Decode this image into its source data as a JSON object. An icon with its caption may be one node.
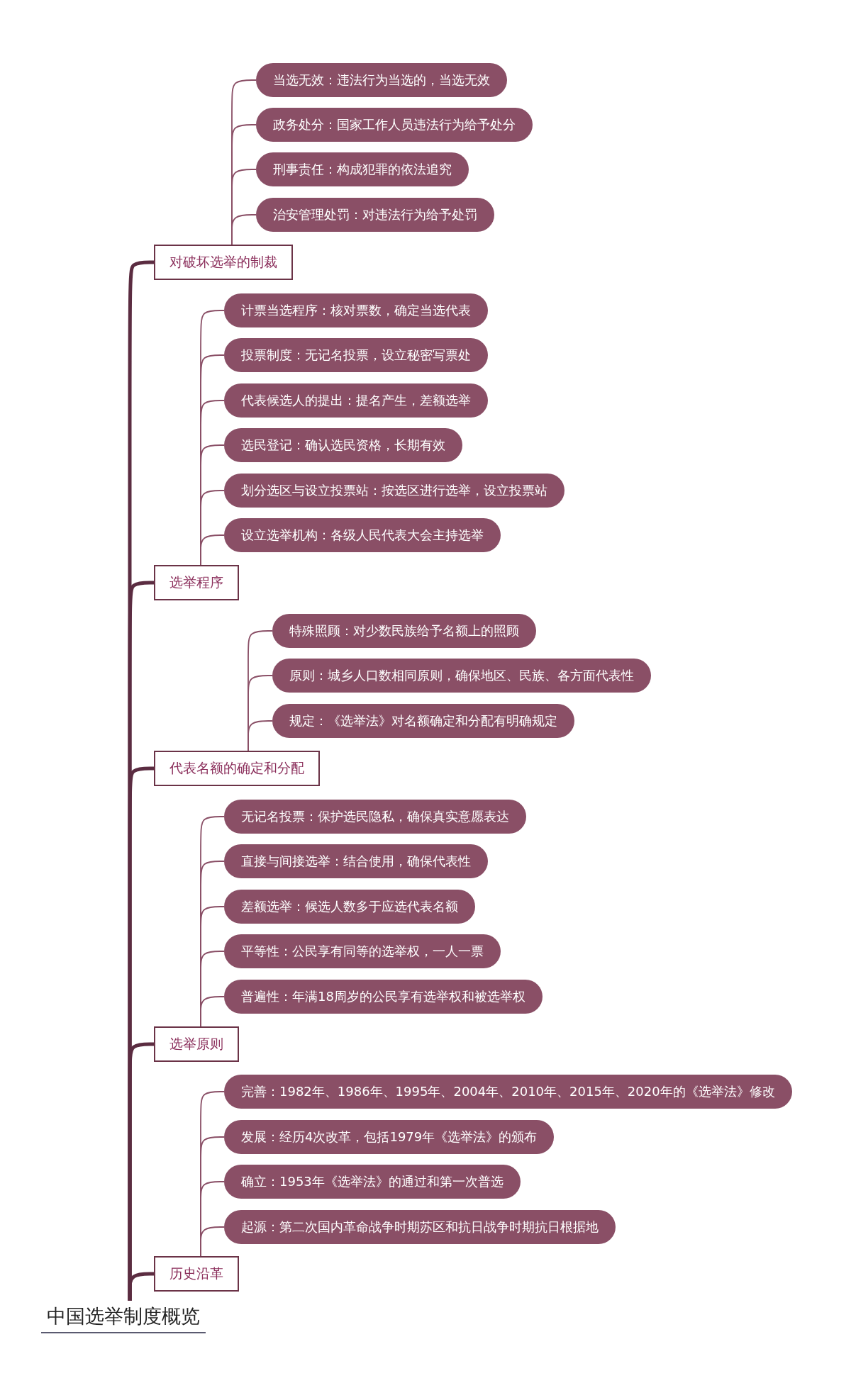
{
  "diagram": {
    "nodes": [
      {
        "text": [
          "中国选举制度概览"
        ]
      },
      {
        "text": [
          "对破坏选举的制裁"
        ]
      },
      {
        "text": [
          "当选无效：违法行为当选的，当选无效"
        ]
      },
      {
        "text": [
          "政务处分：国家工作人员违法行为给予处分"
        ]
      },
      {
        "text": [
          "刑事责任：构成犯罪的依法追究"
        ]
      },
      {
        "text": [
          "治安管理处罚：对违法行为给予处罚"
        ]
      },
      {
        "text": [
          "选举程序"
        ]
      },
      {
        "text": [
          "计票当选程序：核对票数，确定当选代表"
        ]
      },
      {
        "text": [
          "投票制度：无记名投票，设立秘密写票处"
        ]
      },
      {
        "text": [
          "代表候选人的提出：提名产生，差额选举"
        ]
      },
      {
        "text": [
          "选民登记：确认选民资格，长期有效"
        ]
      },
      {
        "text": [
          "划分选区与设立投票站：按选区进行选举，设立投票站"
        ]
      },
      {
        "text": [
          "设立选举机构：各级人民代表大会主持选举"
        ]
      },
      {
        "text": [
          "代表名额的确定和分配"
        ]
      },
      {
        "text": [
          "特殊照顾：对少数民族给予名额上的照顾"
        ]
      },
      {
        "text": [
          "原则：城乡人口数相同原则，确保地区、民族、各方面代表性"
        ]
      },
      {
        "text": [
          "规定：《选举法》对名额确定和分配有明确规定"
        ]
      },
      {
        "text": [
          "选举原则"
        ]
      },
      {
        "text": [
          "无记名投票：保护选民隐私，确保真实意愿表达"
        ]
      },
      {
        "text": [
          "直接与间接选举：结合使用，确保代表性"
        ]
      },
      {
        "text": [
          "差额选举：候选人数多于应选代表名额"
        ]
      },
      {
        "text": [
          "平等性：公民享有同等的选举权，一人一票"
        ]
      },
      {
        "text": [
          "普遍性：年满18周岁的公民享有选举权和被选举权"
        ]
      },
      {
        "text": [
          "历史沿革"
        ]
      },
      {
        "text": [
          "完善：1982年、1986年、1995年、2004年、2010年、2015年、2020年的《选举法》修改"
        ]
      },
      {
        "text": [
          "发展：经历4次改革，包括1979年《选举法》的颁布"
        ]
      },
      {
        "text": [
          "确立：1953年《选举法》的通过和第一次普选"
        ]
      },
      {
        "text": [
          "起源：第二次国内革命战争时期苏区和抗日战争时期抗日根据地"
        ]
      }
    ],
    "edges": [
      {
        "from": 0,
        "to": 1,
        "arrow": "none",
        "style": "thick",
        "color": "#5b2c41"
      },
      {
        "from": 1,
        "to": 2,
        "arrow": "none"
      },
      {
        "from": 1,
        "to": 3,
        "arrow": "none"
      },
      {
        "from": 1,
        "to": 4,
        "arrow": "none"
      },
      {
        "from": 1,
        "to": 5,
        "arrow": "none"
      },
      {
        "from": 0,
        "to": 6,
        "arrow": "none",
        "style": "thick",
        "color": "#5b2c41"
      },
      {
        "from": 6,
        "to": 7,
        "arrow": "none"
      },
      {
        "from": 6,
        "to": 8,
        "arrow": "none"
      },
      {
        "from": 6,
        "to": 9,
        "arrow": "none"
      },
      {
        "from": 6,
        "to": 10,
        "arrow": "none"
      },
      {
        "from": 6,
        "to": 11,
        "arrow": "none"
      },
      {
        "from": 6,
        "to": 12,
        "arrow": "none"
      },
      {
        "from": 0,
        "to": 13,
        "arrow": "none",
        "style": "thick",
        "color": "#5b2c41"
      },
      {
        "from": 13,
        "to": 14,
        "arrow": "none"
      },
      {
        "from": 13,
        "to": 15,
        "arrow": "none"
      },
      {
        "from": 13,
        "to": 16,
        "arrow": "none"
      },
      {
        "from": 0,
        "to": 17,
        "arrow": "none",
        "style": "thick",
        "color": "#5b2c41"
      },
      {
        "from": 17,
        "to": 18,
        "arrow": "none"
      },
      {
        "from": 17,
        "to": 19,
        "arrow": "none"
      },
      {
        "from": 17,
        "to": 20,
        "arrow": "none"
      },
      {
        "from": 17,
        "to": 21,
        "arrow": "none"
      },
      {
        "from": 17,
        "to": 22,
        "arrow": "none"
      },
      {
        "from": 0,
        "to": 23,
        "arrow": "none",
        "style": "thick",
        "color": "#5b2c41"
      },
      {
        "from": 23,
        "to": 24,
        "arrow": "none"
      },
      {
        "from": 23,
        "to": 25,
        "arrow": "none"
      },
      {
        "from": 23,
        "to": 26,
        "arrow": "none"
      },
      {
        "from": 23,
        "to": 27,
        "arrow": "none"
      }
    ]
  }
}
